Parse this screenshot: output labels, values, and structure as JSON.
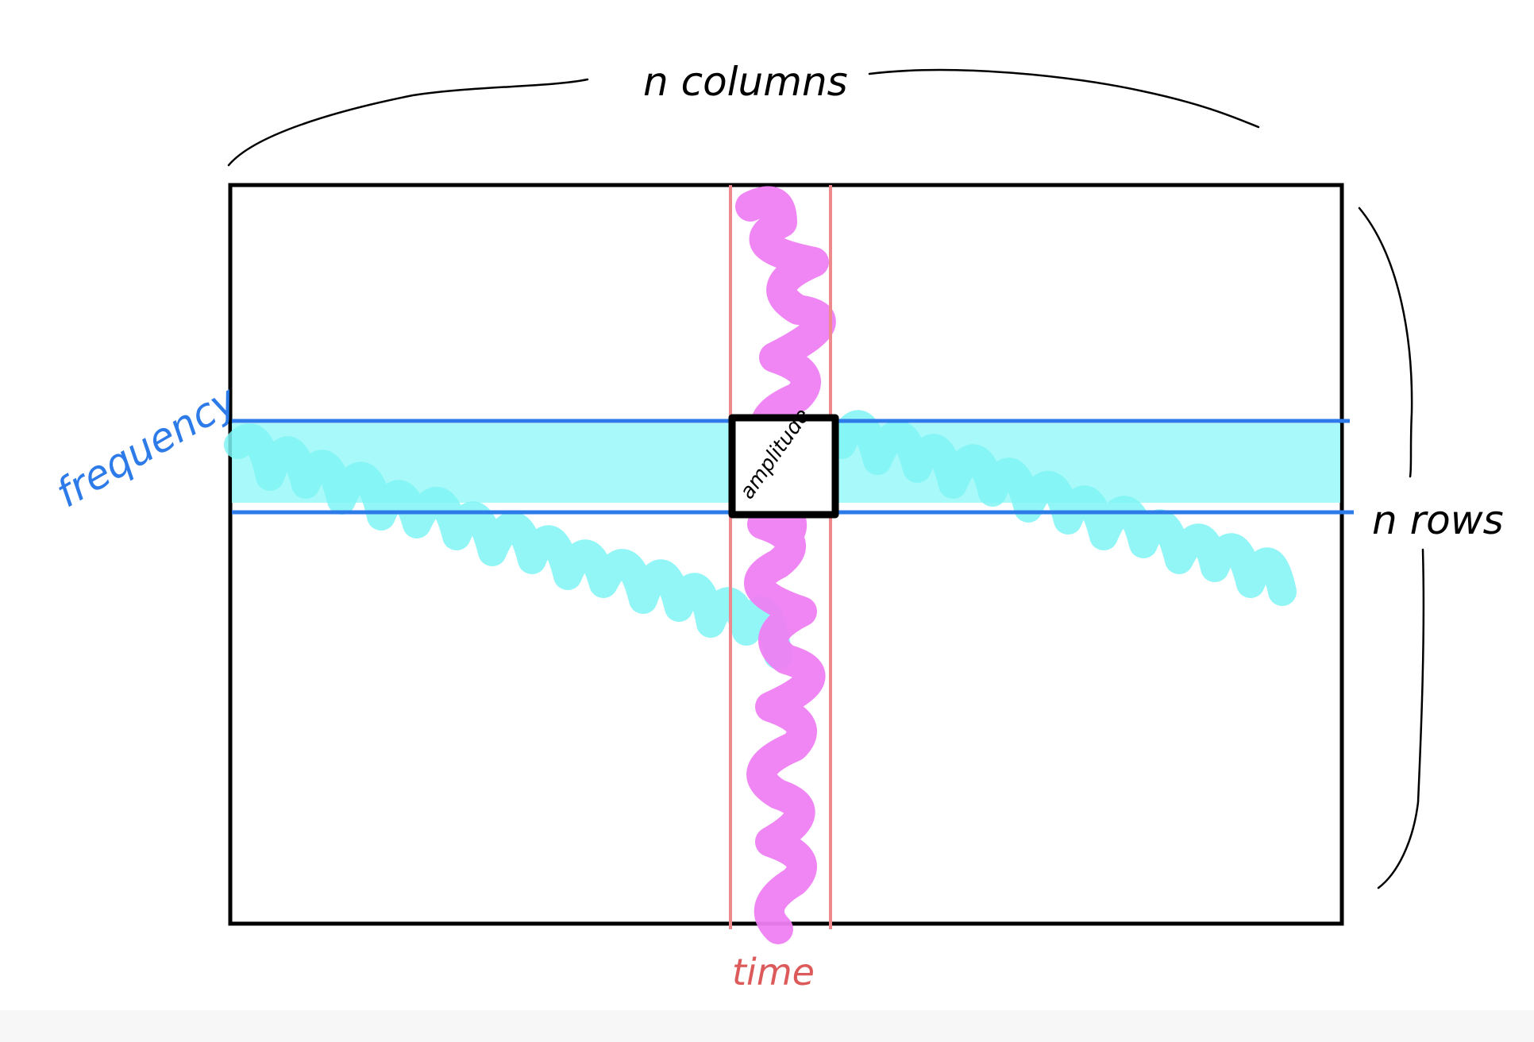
{
  "labels": {
    "columns": "n columns",
    "rows": "n rows",
    "frequency": "frequency",
    "time": "time",
    "amplitude": "amplitude"
  },
  "colors": {
    "outline": "#000000",
    "frequency_line": "#2d7be8",
    "frequency_fill": "#7ff4f5",
    "time_line": "#ee8a8e",
    "time_fill": "#ee7ff3",
    "time_text": "#dc5a5a",
    "frequency_text": "#2d7be8"
  }
}
